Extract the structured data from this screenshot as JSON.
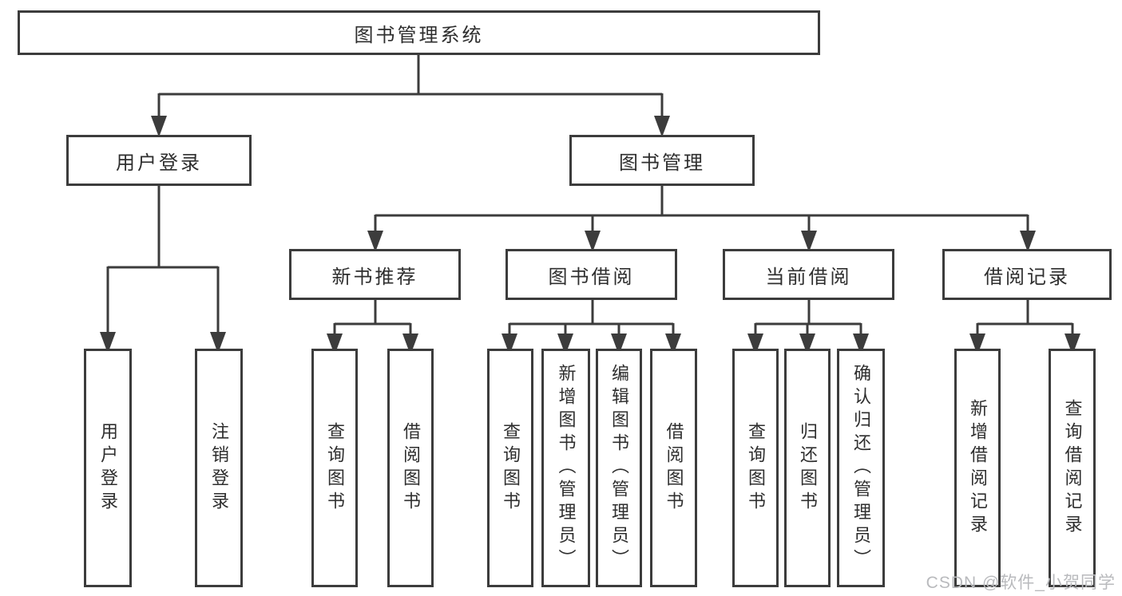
{
  "tree": {
    "root": {
      "label": "图书管理系统"
    },
    "branches": [
      {
        "label": "用户登录",
        "children": [
          {
            "label": "用户登录"
          },
          {
            "label": "注销登录"
          }
        ]
      },
      {
        "label": "图书管理",
        "children": [
          {
            "label": "新书推荐",
            "children": [
              {
                "label": "查询图书"
              },
              {
                "label": "借阅图书"
              }
            ]
          },
          {
            "label": "图书借阅",
            "children": [
              {
                "label": "查询图书"
              },
              {
                "label": "新增图书（管理员）"
              },
              {
                "label": "编辑图书（管理员）"
              },
              {
                "label": "借阅图书"
              }
            ]
          },
          {
            "label": "当前借阅",
            "children": [
              {
                "label": "查询图书"
              },
              {
                "label": "归还图书"
              },
              {
                "label": "确认归还（管理员）"
              }
            ]
          },
          {
            "label": "借阅记录",
            "children": [
              {
                "label": "新增借阅记录"
              },
              {
                "label": "查询借阅记录"
              }
            ]
          }
        ]
      }
    ]
  },
  "watermark": {
    "text": "CSDN @软件_小贺同学"
  },
  "colors": {
    "line": "#3c3c3c",
    "text": "#2e2e2e",
    "watermark": "#b9babd",
    "background": "#ffffff"
  }
}
